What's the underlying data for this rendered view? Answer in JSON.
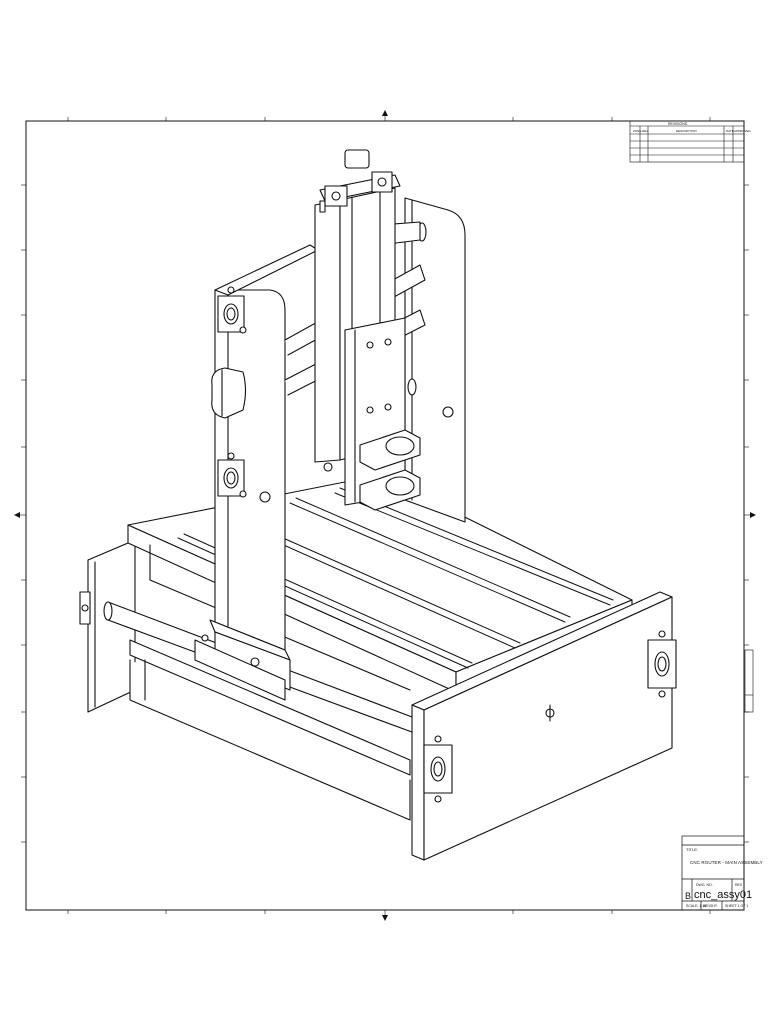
{
  "title_block": {
    "title_label": "TITLE:",
    "title": "CNC ROUTER - MAIN ASSEMBLY",
    "size": "B",
    "dwg_no_label": "DWG. NO.",
    "dwg_no": "cnc_assy01",
    "rev_label": "REV",
    "scale": "SCALE: 1:10",
    "weight": "WEIGHT:",
    "sheet": "SHEET 1 OF 1"
  },
  "revision_table": {
    "header": "REVISIONS",
    "columns": [
      "ZONE",
      "REV.",
      "DESCRIPTION",
      "DATE",
      "APPROVED"
    ]
  },
  "colors": {
    "line": "#111111",
    "paper": "#ffffff"
  }
}
